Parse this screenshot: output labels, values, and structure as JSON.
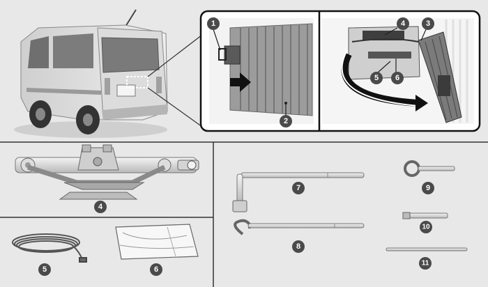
{
  "diagram": {
    "callouts": {
      "c1": "1",
      "c2": "2",
      "c3": "3",
      "c4": "4",
      "c5": "5",
      "c6": "6"
    },
    "parts": {
      "jack": "4",
      "rope": "5",
      "bag": "6",
      "wrench": "7",
      "hook": "8",
      "eyebolt": "9",
      "extension": "10",
      "rod": "11"
    },
    "colors": {
      "background": "#e8e8e8",
      "badge": "#4a4a4a",
      "line": "#333333",
      "panel": "#ffffff"
    }
  }
}
